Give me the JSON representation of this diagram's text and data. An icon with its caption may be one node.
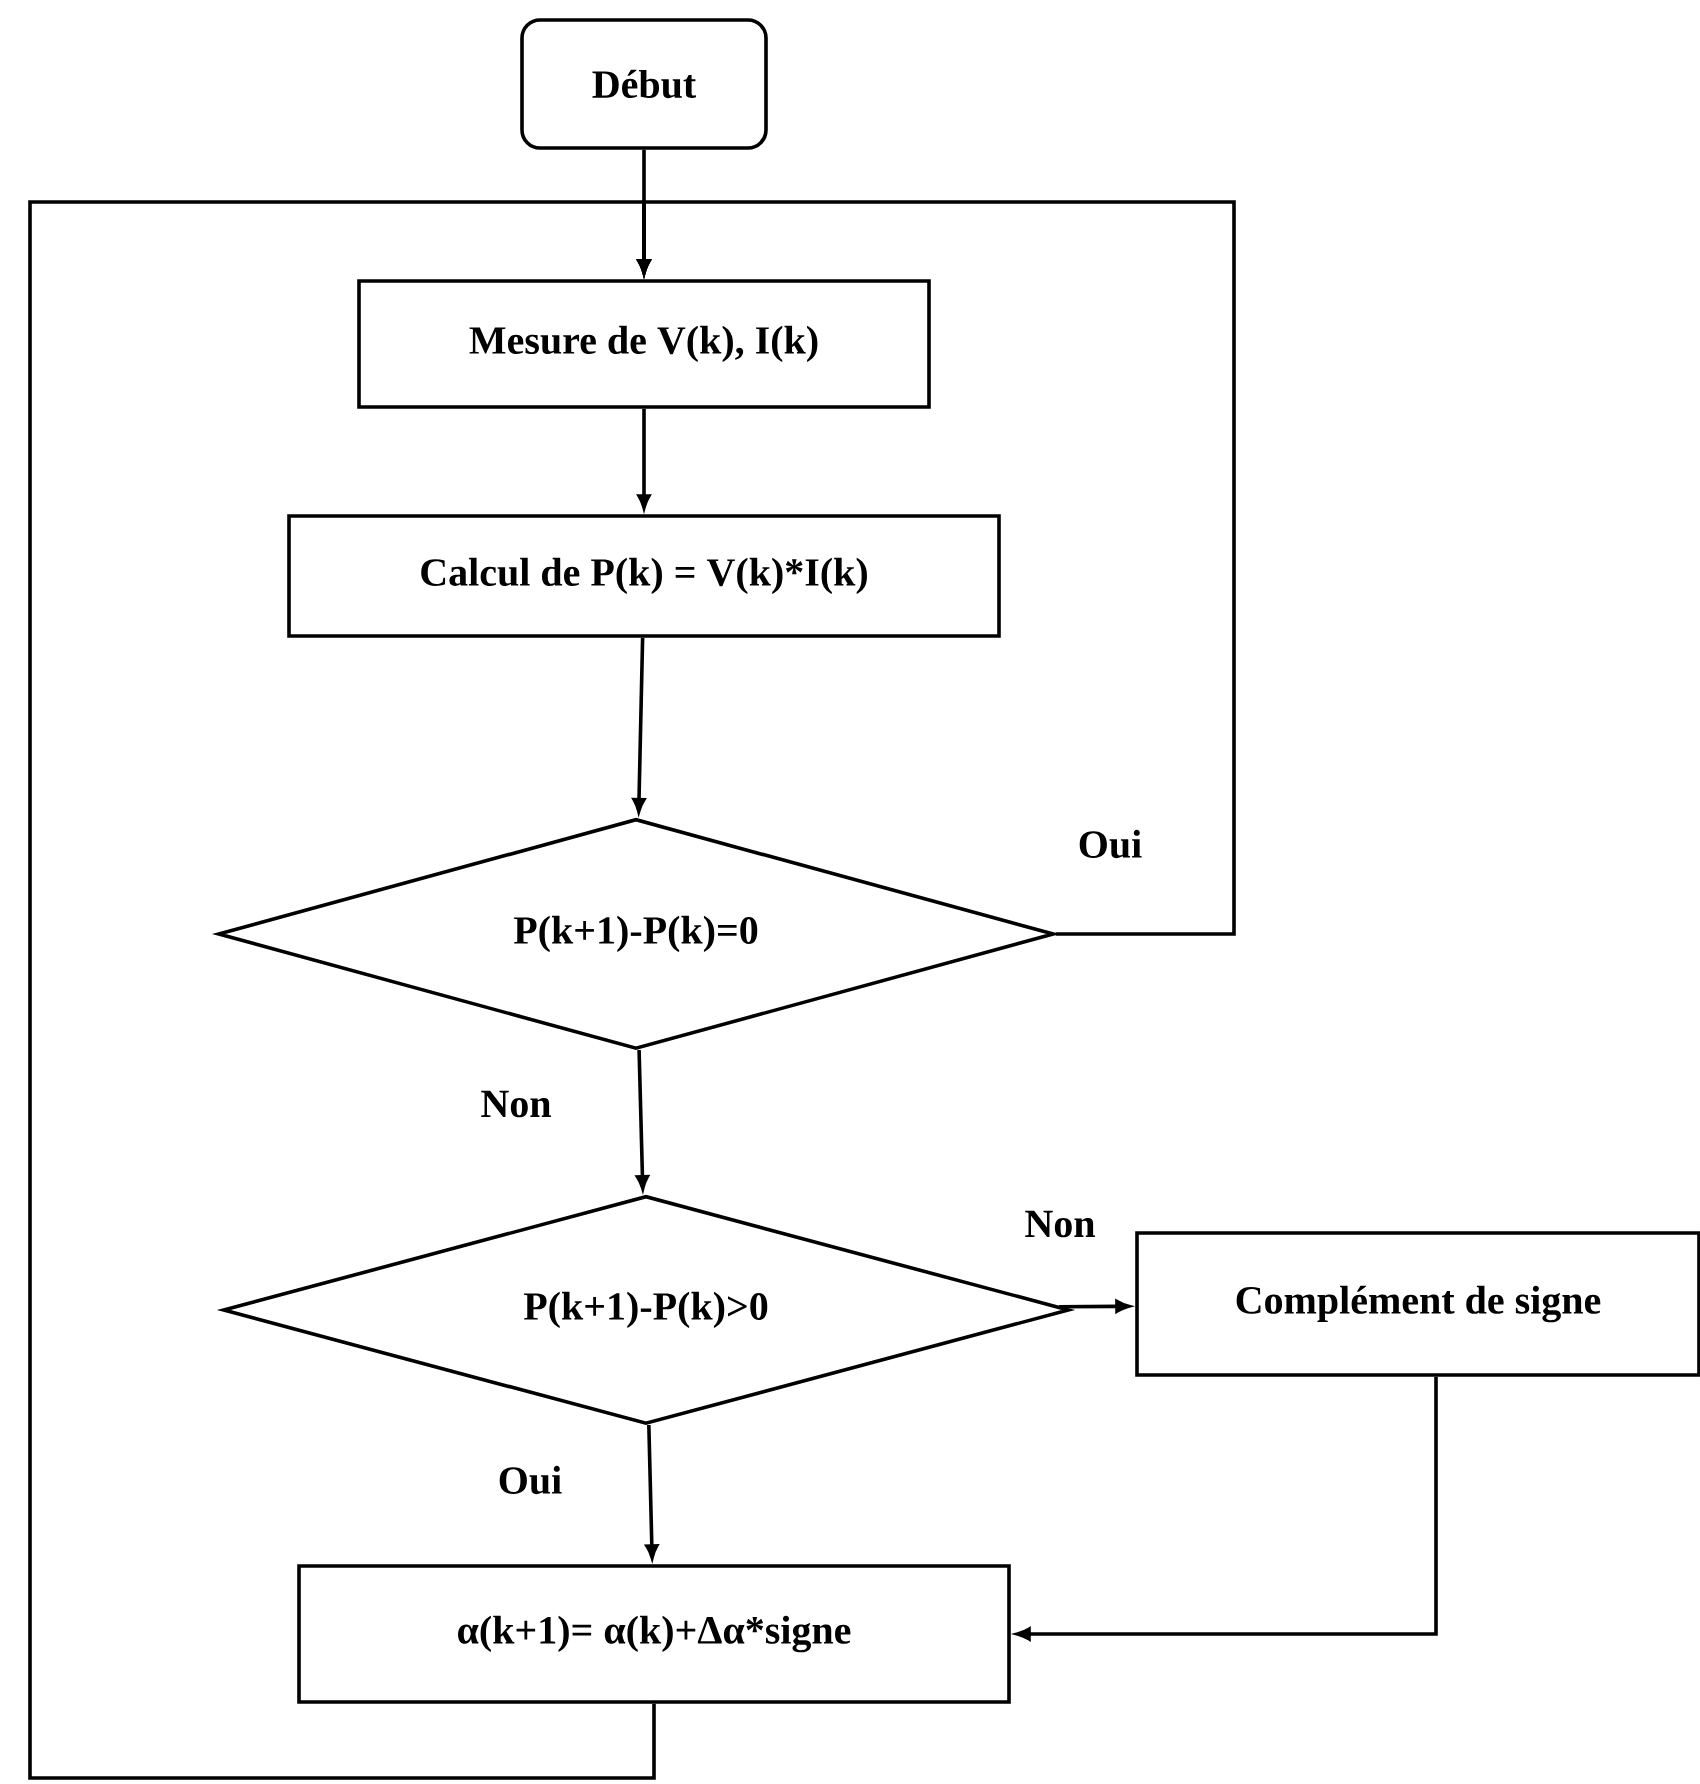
{
  "diagram": {
    "nodes": [
      {
        "text": [
          "Début"
        ]
      },
      {
        "text": [
          "Mesure de V(k), I(k)"
        ]
      },
      {
        "text": [
          "Calcul de P(k) = V(k)*I(k)"
        ]
      },
      {
        "text": [
          "P(k+1)-P(k)=0"
        ]
      },
      {
        "text": [
          "P(k+1)-P(k)>0"
        ]
      },
      {
        "text": [
          "α(k+1)= α(k)+Δα*signe"
        ]
      },
      {
        "text": [
          "Complément de signe"
        ]
      }
    ],
    "edges": [
      {
        "from": 0,
        "to": 1,
        "arrow": "to"
      },
      {
        "from": 1,
        "to": 2,
        "arrow": "to"
      },
      {
        "from": 2,
        "to": 3,
        "arrow": "to"
      },
      {
        "from": 3,
        "to": 1,
        "arrow": "to",
        "label": "Oui"
      },
      {
        "from": 3,
        "to": 4,
        "arrow": "to",
        "label": "Non"
      },
      {
        "from": 4,
        "to": 6,
        "arrow": "to",
        "label": "Non"
      },
      {
        "from": 4,
        "to": 5,
        "arrow": "to",
        "label": "Oui"
      },
      {
        "from": 6,
        "to": 5,
        "arrow": "to"
      },
      {
        "from": 5,
        "to": 1,
        "arrow": "to"
      }
    ]
  }
}
